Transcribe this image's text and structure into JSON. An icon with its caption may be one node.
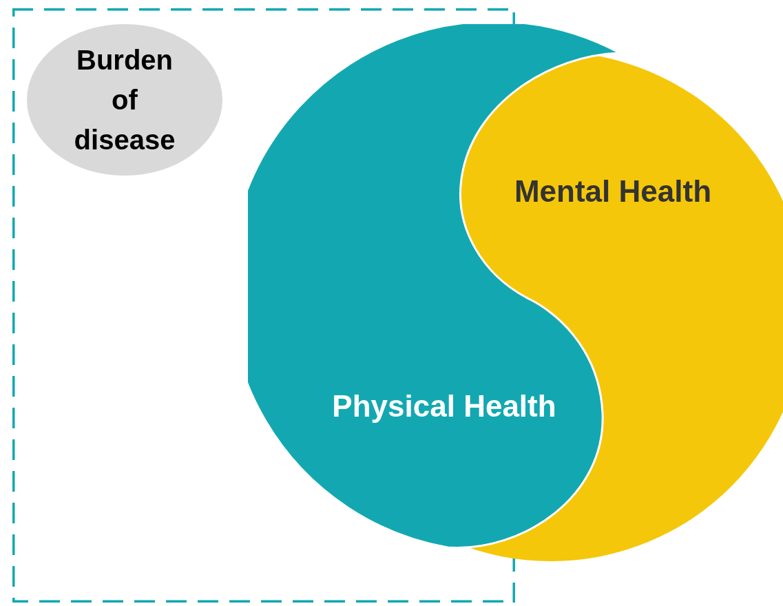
{
  "diagram": {
    "nodes": [
      {
        "text": [],
        "shape": "box"
      },
      {
        "text": [
          "Burden of disease"
        ],
        "in": 0
      },
      {
        "text": [
          "Mental Health"
        ]
      },
      {
        "text": [
          "Physical Health"
        ]
      }
    ]
  }
}
